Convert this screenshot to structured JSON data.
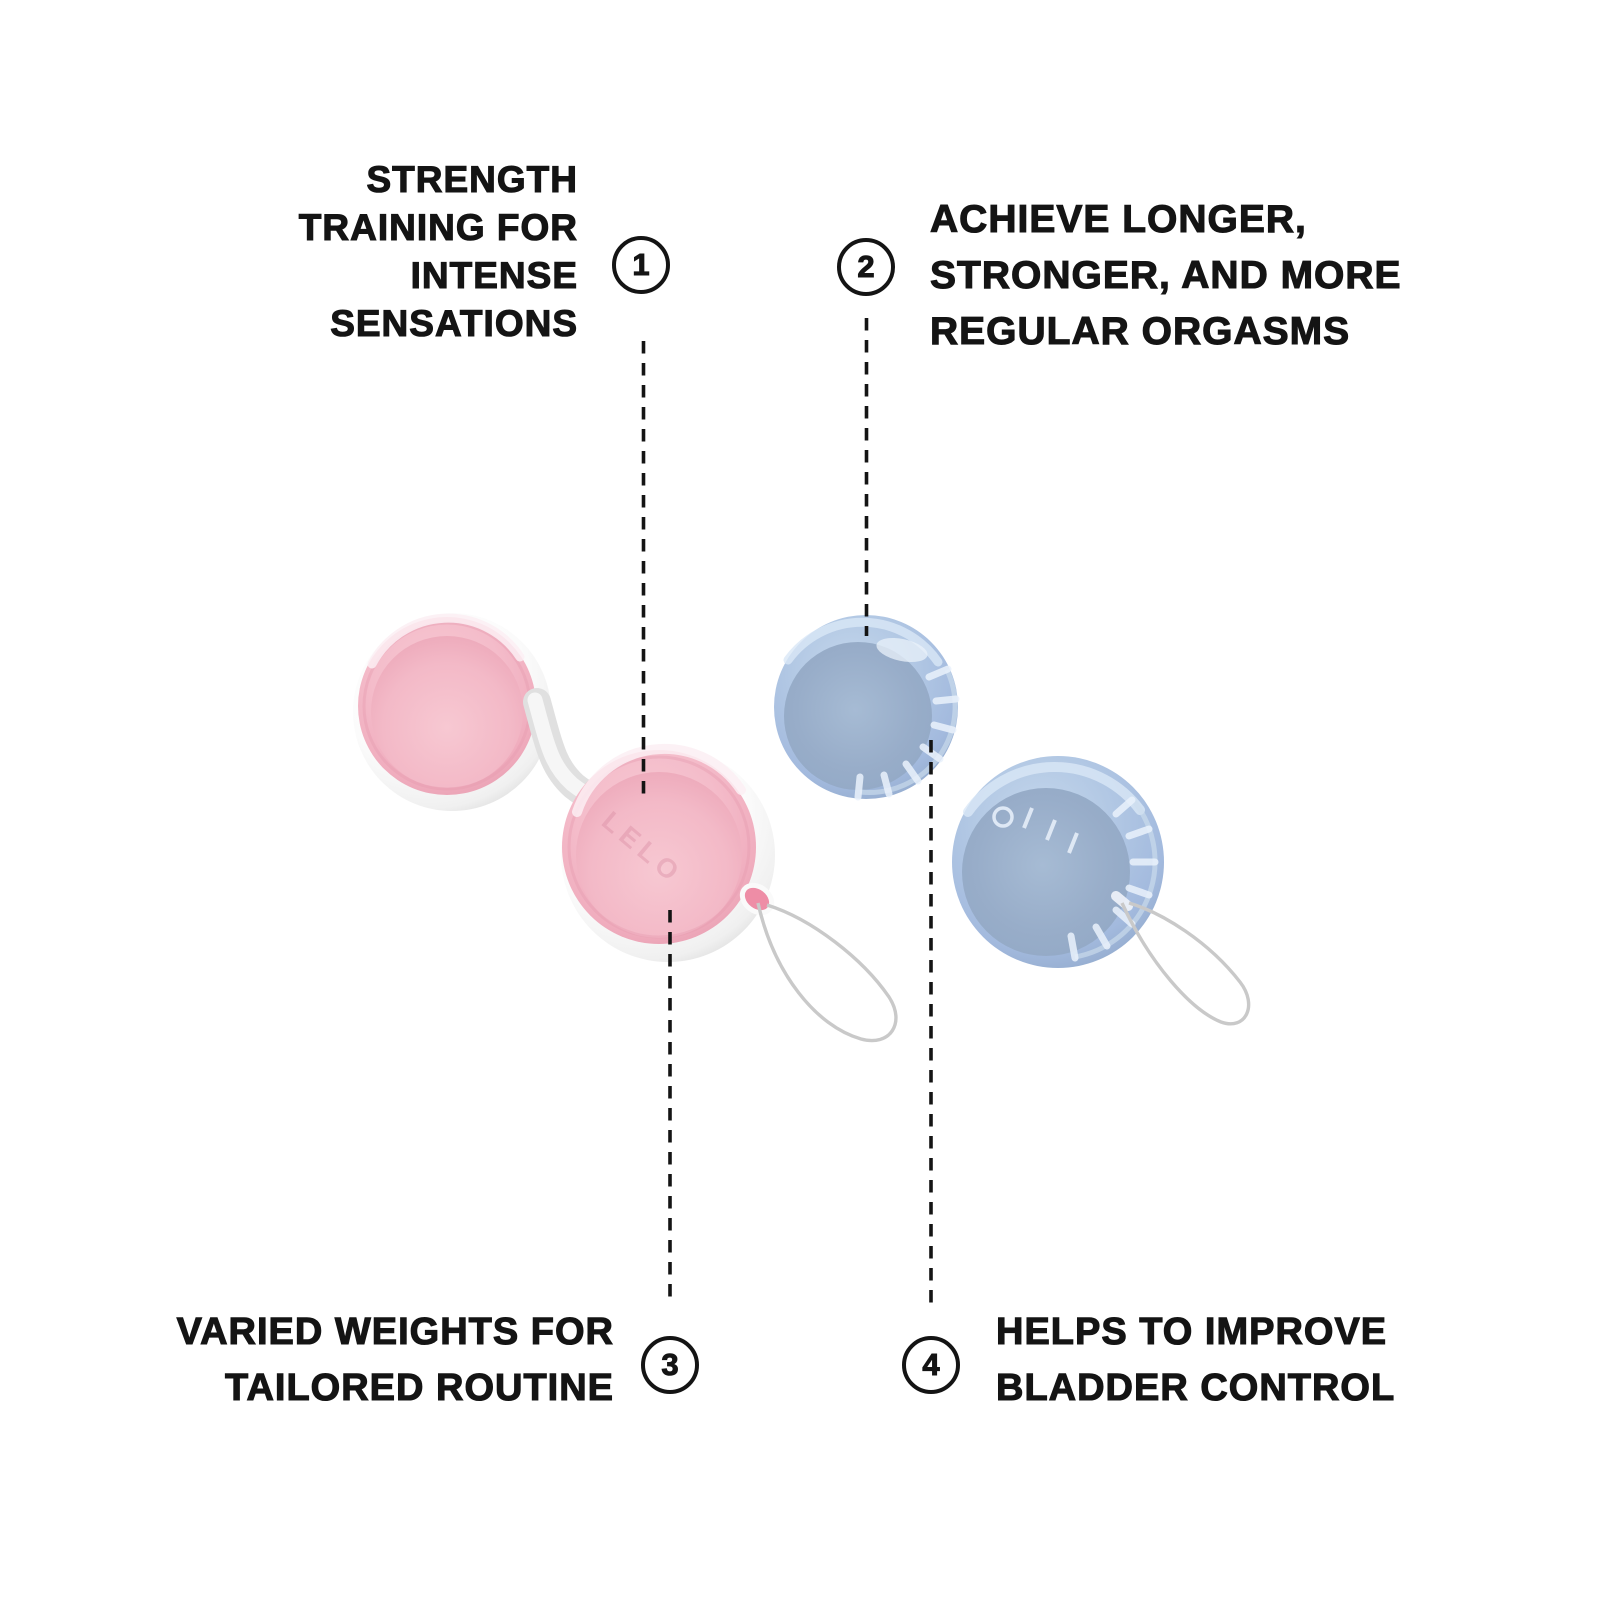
{
  "colors": {
    "background": "#ffffff",
    "text": "#141414",
    "leader_line": "#141414",
    "bead_pink": "#f3b9c7",
    "bead_blue": "#aac3e2",
    "shell_white": "#f6f6f6",
    "cord_gray": "#c9c9c9"
  },
  "callouts": [
    {
      "number": "1",
      "lines": [
        "STRENGTH",
        "TRAINING FOR",
        "INTENSE",
        "SENSATIONS"
      ]
    },
    {
      "number": "2",
      "lines": [
        "ACHIEVE LONGER,",
        "STRONGER, AND MORE",
        "REGULAR ORGASMS"
      ]
    },
    {
      "number": "3",
      "lines": [
        "VARIED WEIGHTS FOR",
        "TAILORED ROUTINE"
      ]
    },
    {
      "number": "4",
      "lines": [
        "HELPS TO IMPROVE",
        "BLADDER CONTROL"
      ]
    }
  ],
  "product": {
    "brand_marking": "LELO"
  }
}
